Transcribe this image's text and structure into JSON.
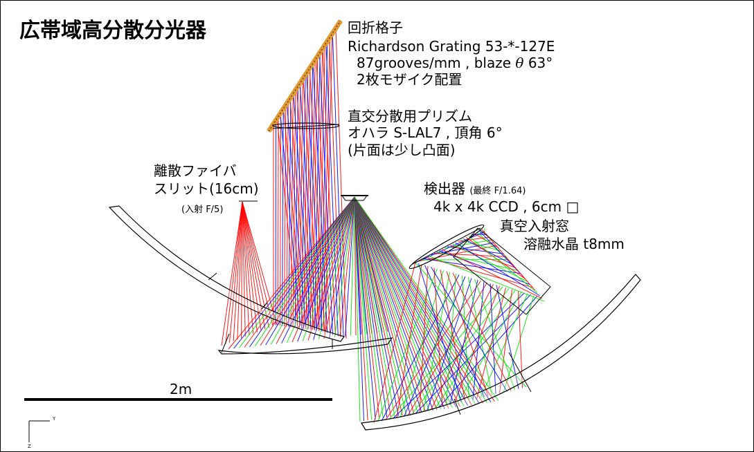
{
  "title": "広帯域高分散分光器",
  "grating": {
    "name": "回折格子",
    "model": "Richardson Grating  53-*-127E",
    "spec_prefix": "87grooves/mm , blaze",
    "theta_symbol": "θ",
    "blaze_angle": "63°",
    "layout": "2枚モザイク配置"
  },
  "prism": {
    "name": "直交分散用プリズム",
    "spec": "オハラ  S-LAL7 , 頂角 6°",
    "note": "(片面は少し凸面)"
  },
  "fiber": {
    "name": "離散ファイバ",
    "slit": "スリット(16cm)",
    "input": "(入射 F/5)"
  },
  "detector": {
    "name": "検出器",
    "fratio": "(最終 F/1.64)",
    "ccd": "4k x 4k CCD , 6cm",
    "square": "□"
  },
  "window": {
    "name": "真空入射窓",
    "material": "溶融水晶  t8mm"
  },
  "scale": {
    "label": "2m"
  },
  "axes": {
    "y": "Y",
    "z": "Z"
  },
  "colors": {
    "red": "#ff0000",
    "green": "#00e600",
    "blue": "#0000ff",
    "grating": "#e09a30",
    "outline": "#000000"
  }
}
